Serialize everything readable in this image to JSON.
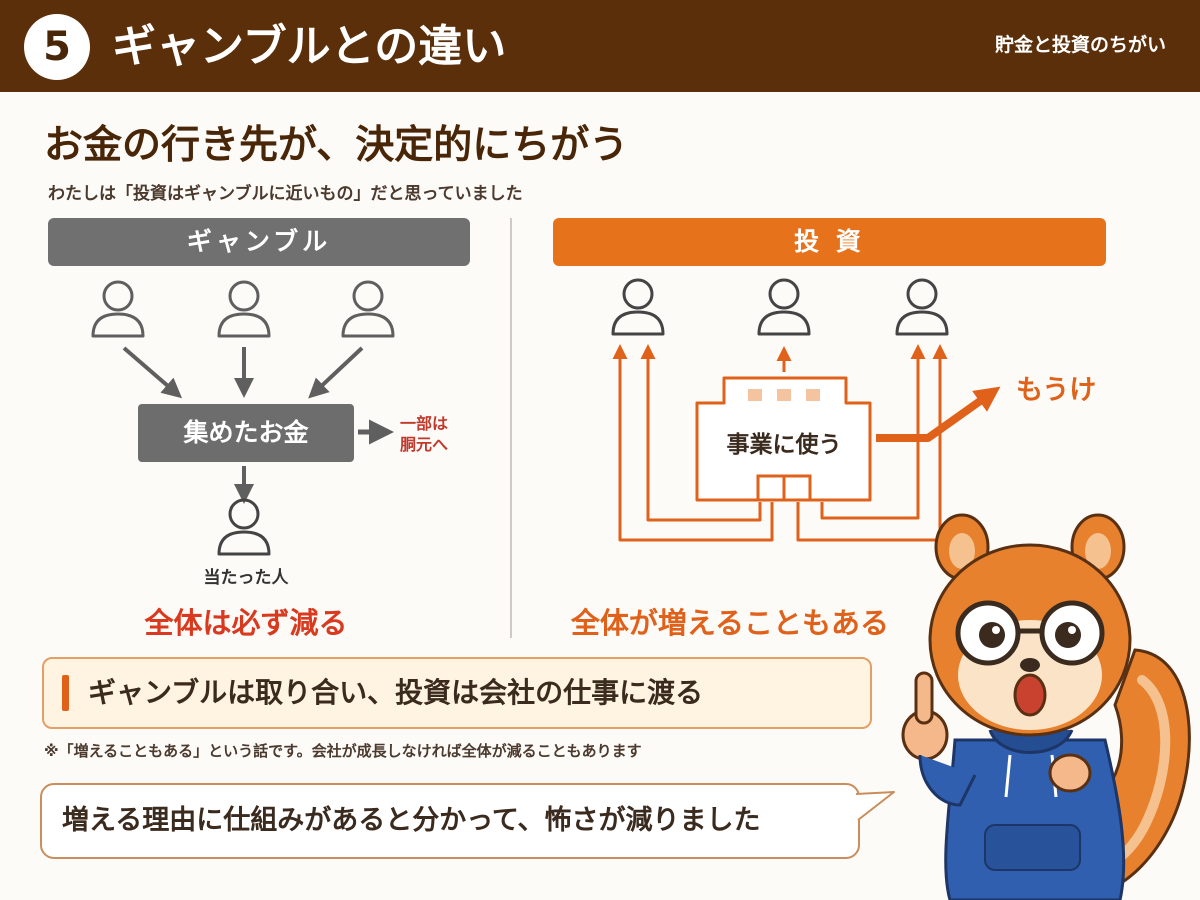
{
  "header": {
    "number": "5",
    "title": "ギャンブルとの違い",
    "series": "貯金と投資のちがい"
  },
  "main_title": "お金の行き先が、決定的にちがう",
  "subtitle": "わたしは「投資はギャンブルに近いもの」だと思っていました",
  "gamble": {
    "label": "ギャンブル",
    "pool": "集めたお金",
    "bookie_line1": "一部は",
    "bookie_line2": "胴元へ",
    "winner": "当たった人",
    "result": "全体は必ず減る"
  },
  "invest": {
    "label": "投 資",
    "business": "事業に使う",
    "profit": "もうけ",
    "result": "全体が増えることもある"
  },
  "summary": "ギャンブルは取り合い、投資は会社の仕事に渡る",
  "footnote": "※「増えることもある」という話です。会社が成長しなければ全体が減ることもあります",
  "bubble": "増える理由に仕組みがあると分かって、怖さが減りました",
  "colors": {
    "header_bg": "#5b2f0a",
    "gamble_gray": "#707070",
    "invest_orange": "#e6731b",
    "alert_red": "#d93a1f"
  },
  "icons": [
    "person-icon",
    "arrow-icon",
    "building-icon",
    "squirrel-mascot"
  ]
}
